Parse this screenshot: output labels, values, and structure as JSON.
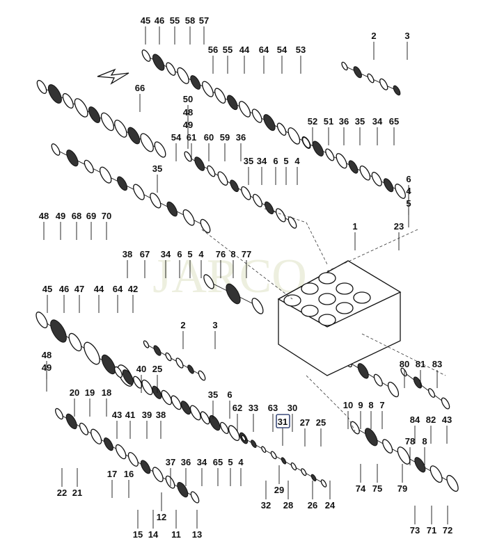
{
  "watermark": "JARCO",
  "labels": [
    "45",
    "46",
    "55",
    "58",
    "57",
    "56",
    "55",
    "44",
    "64",
    "54",
    "53",
    "2",
    "3",
    "66",
    "50",
    "48",
    "49",
    "52",
    "51",
    "36",
    "35",
    "34",
    "65",
    "54",
    "61",
    "60",
    "59",
    "36",
    "35",
    "34",
    "6",
    "5",
    "4",
    "6",
    "4",
    "5",
    "35",
    "48",
    "49",
    "68",
    "69",
    "70",
    "38",
    "67",
    "34",
    "6",
    "5",
    "4",
    "1",
    "23",
    "76",
    "8",
    "77",
    "45",
    "46",
    "47",
    "44",
    "64",
    "42",
    "2",
    "3",
    "48",
    "49",
    "40",
    "25",
    "80",
    "81",
    "83",
    "20",
    "19",
    "18",
    "43",
    "41",
    "39",
    "38",
    "35",
    "6",
    "62",
    "33",
    "63",
    "30",
    "31",
    "27",
    "25",
    "10",
    "9",
    "8",
    "7",
    "84",
    "82",
    "43",
    "78",
    "8",
    "37",
    "36",
    "34",
    "65",
    "5",
    "4",
    "17",
    "16",
    "22",
    "21",
    "74",
    "75",
    "79",
    "32",
    "29",
    "28",
    "26",
    "24",
    "12",
    "15",
    "14",
    "11",
    "13",
    "73",
    "71",
    "72"
  ],
  "highlighted_label": "31",
  "colors": {
    "highlight_box": "#3a4a78",
    "ink": "#111111"
  }
}
